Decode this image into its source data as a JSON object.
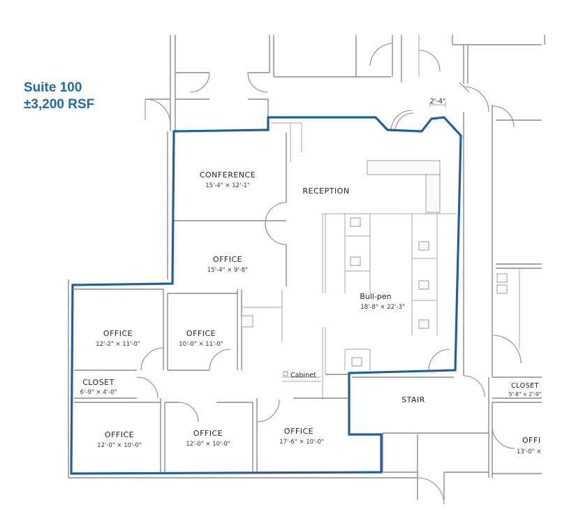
{
  "suite": {
    "name": "Suite 100",
    "area": "±3,200 RSF"
  },
  "rooms": {
    "conference": {
      "name": "CONFERENCE",
      "dims": "15'-4\" × 12'-1\""
    },
    "reception": {
      "name": "RECEPTION"
    },
    "office_mid": {
      "name": "OFFICE",
      "dims": "15'-4\" × 9'-8\""
    },
    "bullpen": {
      "name": "Bull-pen",
      "dims": "18'-8\" × 22'-3\""
    },
    "office_left_upper": {
      "name": "OFFICE",
      "dims": "12'-2\" × 11'-0\""
    },
    "office_center_upper": {
      "name": "OFFICE",
      "dims": "10'-0\" × 11'-0\""
    },
    "closet_left": {
      "name": "CLOSET",
      "dims": "6'-9\" × 4'-0\""
    },
    "cabinet": {
      "name": "Cabinet"
    },
    "stair": {
      "name": "STAIR"
    },
    "closet_right": {
      "name": "CLOSET",
      "dims": "5'-8\" × 2'-9\""
    },
    "office_bottom_left": {
      "name": "OFFICE",
      "dims": "12'-0\" × 10'-0\""
    },
    "office_bottom_mid": {
      "name": "OFFICE",
      "dims": "12'-0\" × 10'-0\""
    },
    "office_bottom_right": {
      "name": "OFFICE",
      "dims": "17'-6\" × 10'-0\""
    },
    "office_far_right": {
      "name": "OFFI",
      "dims": "13'-0\" ×"
    }
  },
  "dimension_note": "2'-4\"",
  "colors": {
    "suite_outline": "#1f5fa0",
    "title_text": "#1f6aa5",
    "walls": "#8a8a8a"
  }
}
